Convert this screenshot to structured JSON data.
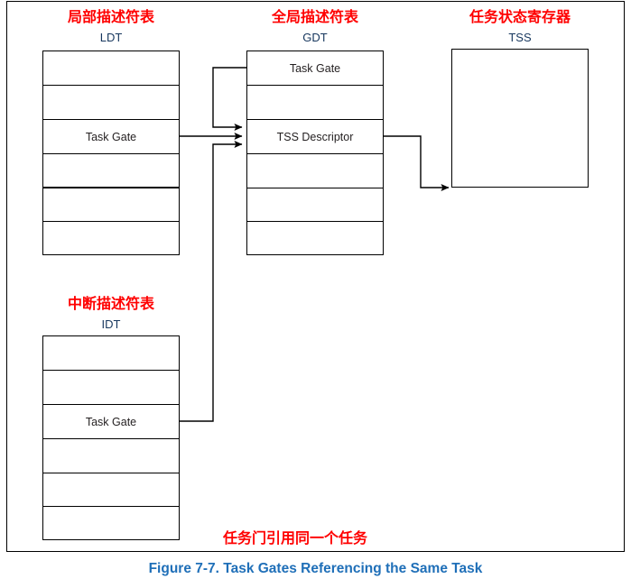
{
  "figure": {
    "caption": "Figure 7-7.  Task Gates Referencing the Same Task",
    "caption_color": "#1F6FB8",
    "annotation_color": "#FF0000",
    "bottom_note": "任务门引用同一个任务"
  },
  "tables": {
    "ldt": {
      "cn_title": "局部描述符表",
      "en_title": "LDT",
      "rows": [
        {
          "label": ""
        },
        {
          "label": ""
        },
        {
          "label": "Task Gate"
        },
        {
          "label": ""
        },
        {
          "label": ""
        },
        {
          "label": ""
        }
      ],
      "thick_divider_after_row": 4
    },
    "gdt": {
      "cn_title": "全局描述符表",
      "en_title": "GDT",
      "rows": [
        {
          "label": "Task Gate"
        },
        {
          "label": ""
        },
        {
          "label": "TSS Descriptor"
        },
        {
          "label": ""
        },
        {
          "label": ""
        },
        {
          "label": ""
        }
      ]
    },
    "idt": {
      "cn_title": "中断描述符表",
      "en_title": "IDT",
      "rows": [
        {
          "label": ""
        },
        {
          "label": ""
        },
        {
          "label": "Task Gate"
        },
        {
          "label": ""
        },
        {
          "label": ""
        },
        {
          "label": ""
        }
      ]
    },
    "tss": {
      "cn_title": "任务状态寄存器",
      "en_title": "TSS"
    }
  },
  "connections": [
    {
      "from": "gdt-task-gate",
      "to": "gdt-tss-descriptor"
    },
    {
      "from": "ldt-task-gate",
      "to": "gdt-tss-descriptor"
    },
    {
      "from": "idt-task-gate",
      "to": "gdt-tss-descriptor"
    },
    {
      "from": "gdt-tss-descriptor",
      "to": "tss-box"
    }
  ]
}
